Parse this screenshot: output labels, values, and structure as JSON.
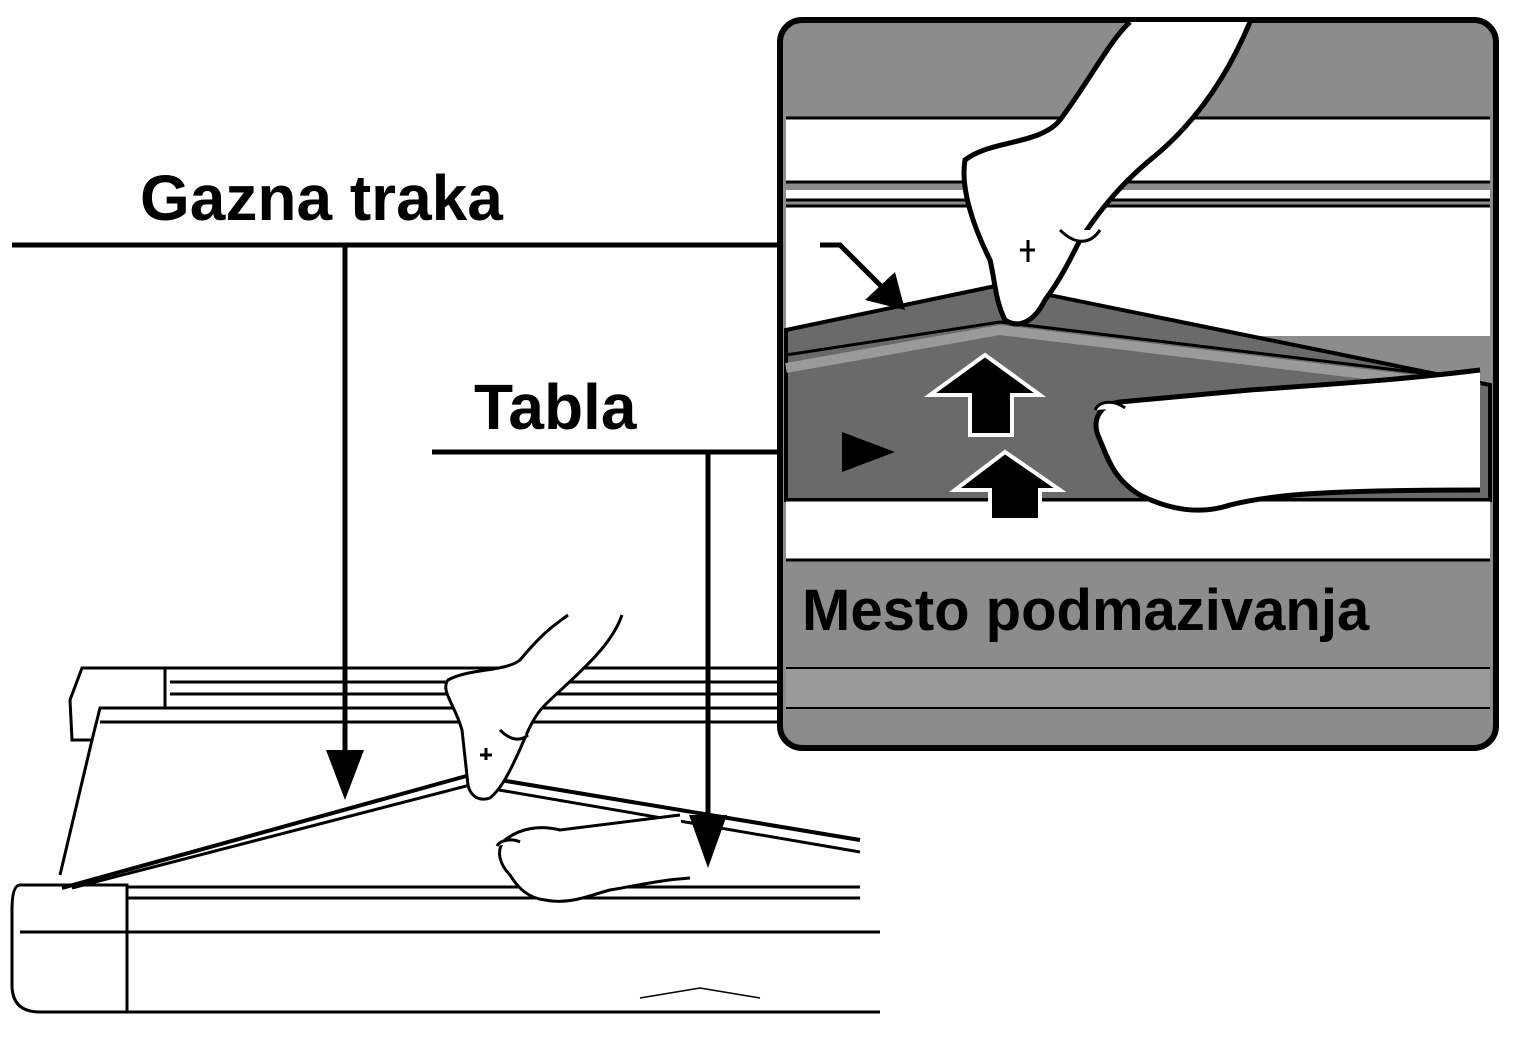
{
  "labels": {
    "walking_belt": "Gazna traka",
    "deck": "Tabla",
    "lubrication_point": "Mesto podmazivanja"
  },
  "icons": [
    "hand-lifting-belt",
    "foot-pointing",
    "up-arrow",
    "pointer-arrow"
  ],
  "colors": {
    "line": "#000000",
    "inset_frame": "#8c8c8c",
    "inset_band": "#9a9a9a",
    "inset_gap": "#6a6a6a",
    "inset_white": "#ffffff"
  }
}
